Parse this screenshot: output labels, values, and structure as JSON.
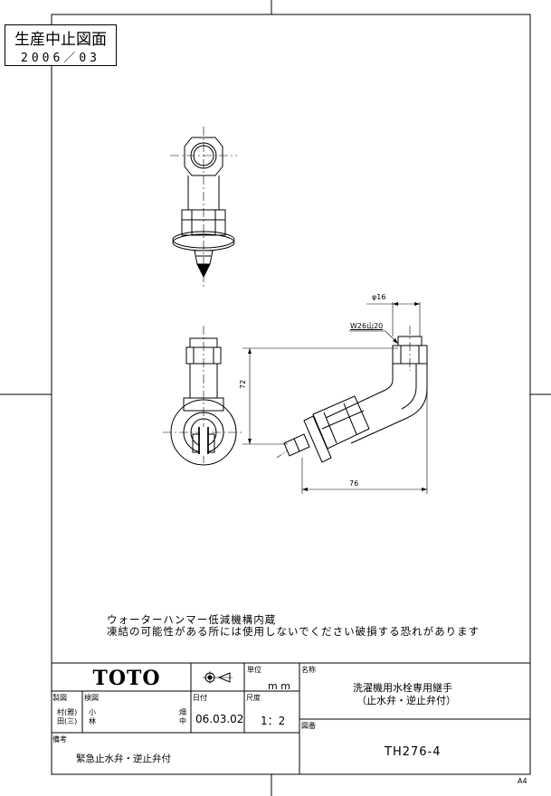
{
  "stamp": {
    "title": "生産中止図面",
    "date": "2006／03"
  },
  "notes": {
    "line1": "ウォーターハンマー低減機構内蔵",
    "line2": "凍結の可能性がある所には使用しないでください破損する恐れがあります"
  },
  "dimensions": {
    "phi": "φ16",
    "thread": "W26山20",
    "height": "72",
    "width": "76"
  },
  "title_block": {
    "brand": "TOTO",
    "unit_label": "単位",
    "unit_value": "m m",
    "name_label": "名称",
    "product_name_1": "洗濯機用水栓専用継手",
    "product_name_2": "（止水弁・逆止弁付）",
    "drawn_label": "製図",
    "drawn_value_a": "村(雅)",
    "drawn_value_b": "田(三)",
    "checked_label": "検図",
    "checked_value_a": "小",
    "checked_value_b": "林",
    "approved_value_a": "畑",
    "approved_value_b": "中",
    "date_label": "日付",
    "date_value": "06.03.02",
    "scale_label": "尺度",
    "scale_value": "1：2",
    "drawing_no_label": "図番",
    "drawing_no": "TH276-4",
    "remarks_label": "備考",
    "remarks_value": "緊急止水弁・逆止弁付",
    "sheet_size": "A4"
  }
}
